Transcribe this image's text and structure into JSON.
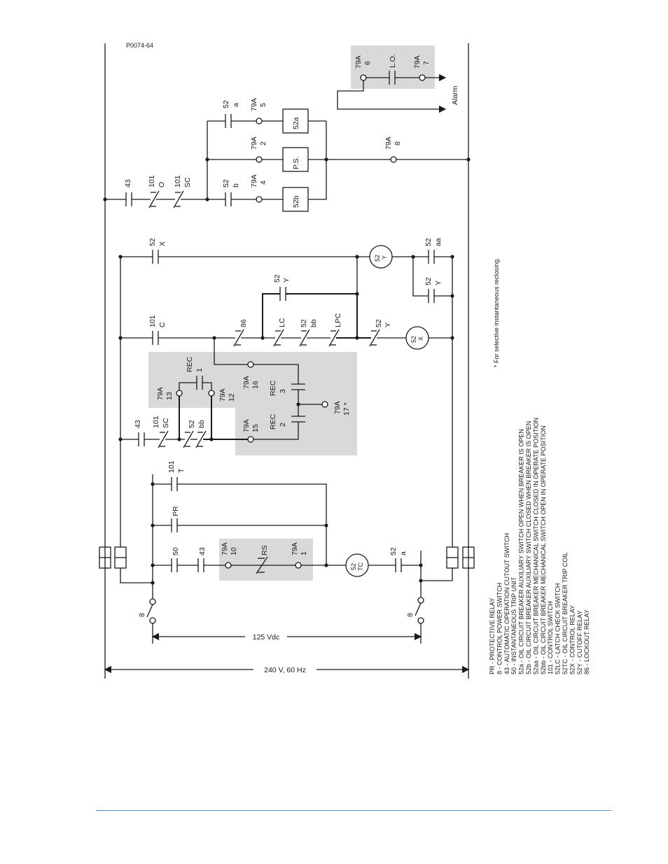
{
  "figure_id": "P0074-64",
  "dimensions": {
    "dc": "125 Vdc",
    "ac": "240 V, 60 Hz"
  },
  "alarm": "Alarm",
  "footnote": "* For selective instantaneous reclosing.",
  "legend": [
    "PR - PROTECTIVE RELAY",
    "8 - CONTROL POWER SWITCH",
    "43 - AUTOMATIC OPERATION CUTOUT SWITCH",
    "50 - INSTANTANEOUS TRIP UNIT",
    "52a - OIL CIRCUIT BREAKER AUXILIARY SWITCH OPEN WHEN BREAKER IS OPEN",
    "52b - OIL CIRCUIT BREAKER AUXILIARY SWITCH CLOSED WHEN BREAKER IS OPEN",
    "52aa - OIL CIRCUIT BREAKER MECHANICAL SWITCH CLOSED IN OPERATE POSITION",
    "52bb - OIL CIRCUIT BREAKER MECHANICAL SWITCH OPEN IN OPERATE POSITION",
    "101 - CONTROL SWITCH",
    "52LC - LATCH CHECK SWITCH",
    "52TC - OIL CIRCUIT BREAKER TRIP COIL",
    "52X - CONTROL RELAY",
    "52Y - CUTOFF RELAY",
    "86 - LOCKOUT RELAY"
  ],
  "labels": {
    "c43": "43",
    "c101": "101",
    "sO": "O",
    "sSC": "SC",
    "c52": "52",
    "sa": "a",
    "sb": "b",
    "sbb": "bb",
    "saa": "aa",
    "sX": "X",
    "sY": "Y",
    "sC": "C",
    "sT": "T",
    "c86": "86",
    "sLC": "LC",
    "sLPC": "LPC",
    "c79A": "79A",
    "n1": "1",
    "n2": "2",
    "n3": "3",
    "n4": "4",
    "n5": "5",
    "n6": "6",
    "n7": "7",
    "n8": "8",
    "n10": "10",
    "n12": "12",
    "n13": "13",
    "n15": "15",
    "n16": "16",
    "n17": "17 *",
    "REC": "REC",
    "PR": "PR",
    "RS": "RS",
    "c50": "50",
    "c8": "8",
    "LO": "L.O.",
    "PS": "P.S.",
    "r52a": "52a",
    "r52b": "52b",
    "TC": "TC"
  }
}
